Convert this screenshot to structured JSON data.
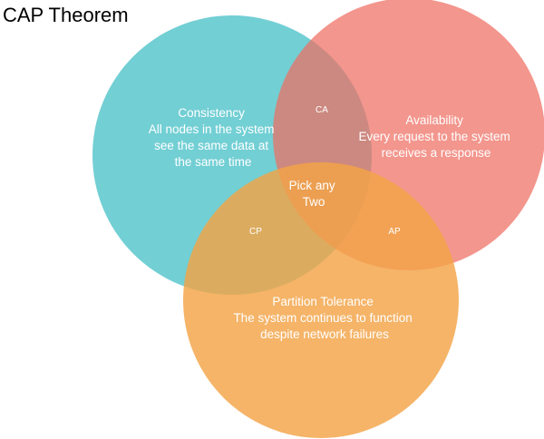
{
  "title": "CAP Theorem",
  "colors": {
    "consistency": "#3bbdc3",
    "availability": "#ee6e61",
    "partition": "#f3a447",
    "label_text": "#ffffff"
  },
  "sets": {
    "consistency": {
      "label_lines": [
        "Consistency",
        "All nodes in the system",
        "see the same data at",
        "the same time"
      ]
    },
    "availability": {
      "label_lines": [
        "Availability",
        "Every request to the system",
        "receives a response"
      ]
    },
    "partition": {
      "label_lines": [
        "Partition Tolerance",
        "The system continues to function",
        "despite network failures"
      ]
    }
  },
  "intersections": {
    "ca": "CA",
    "cp": "CP",
    "ap": "AP",
    "center_lines": [
      "Pick any",
      "Two"
    ]
  }
}
